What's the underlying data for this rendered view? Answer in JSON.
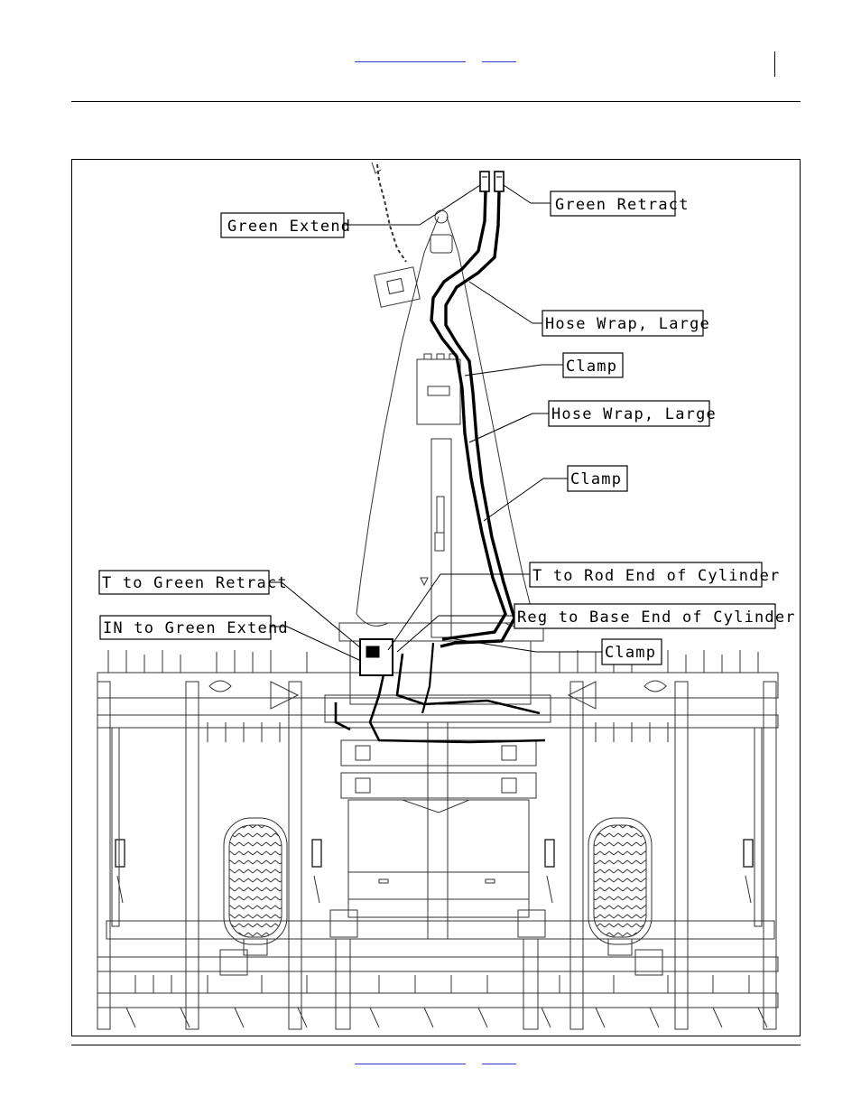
{
  "callouts": {
    "green_extend": "Green Extend",
    "green_retract": "Green Retract",
    "hose_wrap_large_1": "Hose Wrap, Large",
    "clamp_1": "Clamp",
    "hose_wrap_large_2": "Hose Wrap, Large",
    "clamp_2": "Clamp",
    "t_to_green_retract": "T to Green Retract",
    "t_to_rod_end": "T to Rod End of Cylinder",
    "in_to_green_extend": "IN to Green Extend",
    "reg_to_base_end": "Reg to Base End of Cylinder",
    "clamp_3": "Clamp"
  },
  "colors": {
    "link": "#2b3bd6",
    "line": "#000000",
    "machine": "#333333"
  }
}
